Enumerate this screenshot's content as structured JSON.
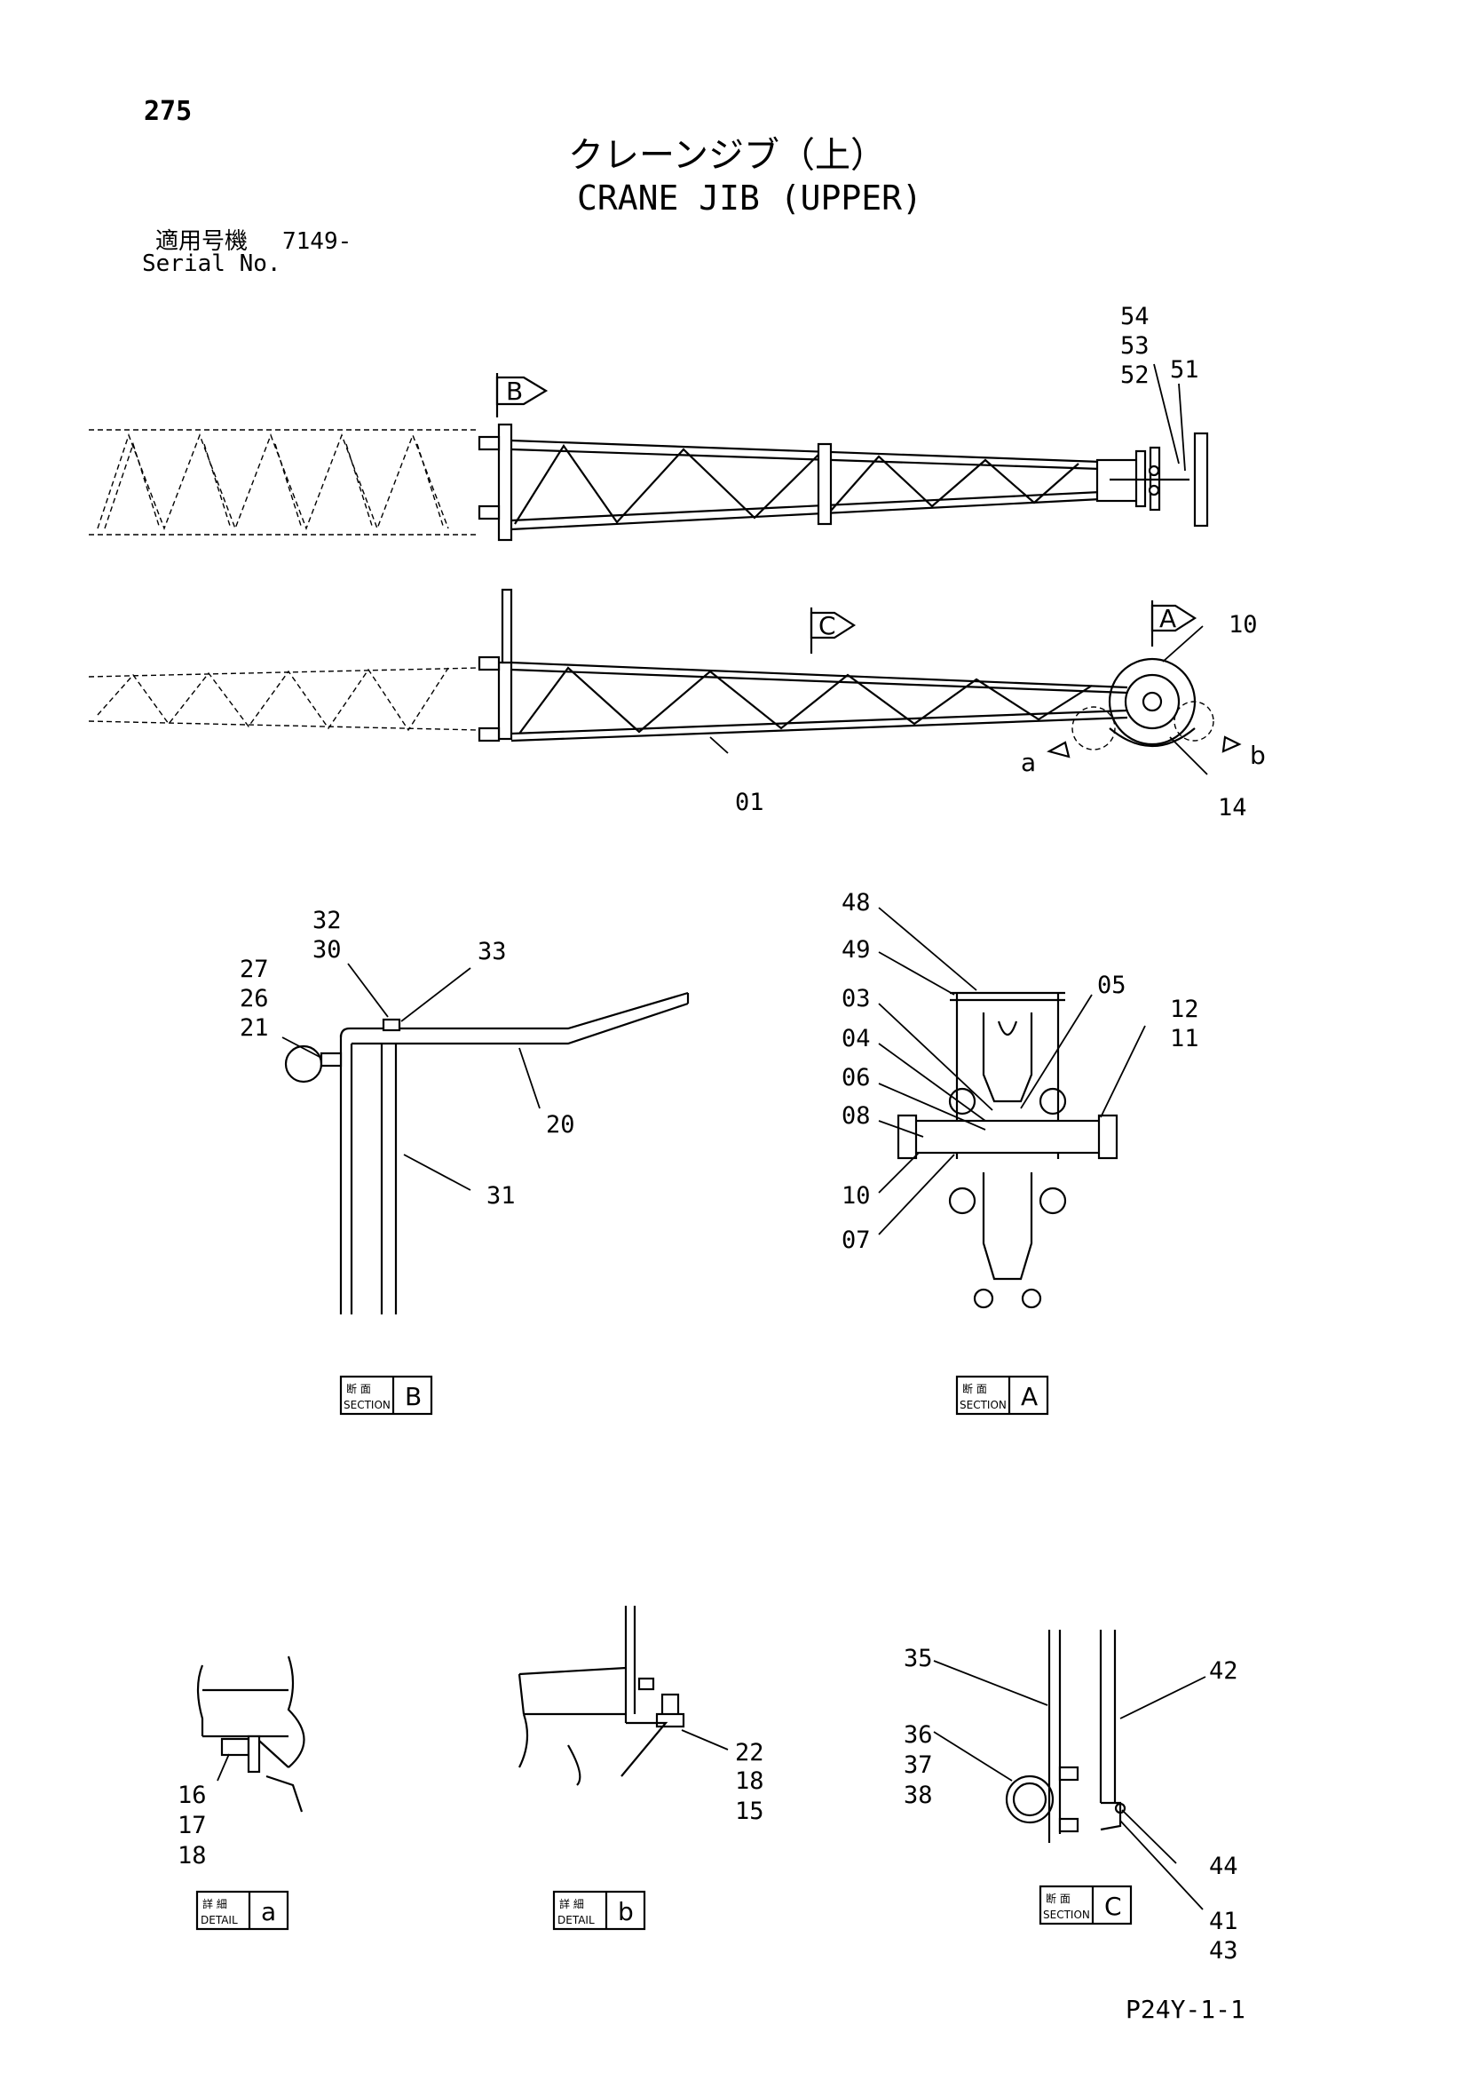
{
  "page_number": "275",
  "title_jp": "クレーンジブ（上）",
  "title_en": "CRANE JIB (UPPER)",
  "serial": {
    "label_jp": "適用号機",
    "label_en": "Serial No.",
    "value": "7149-"
  },
  "footer_code": "P24Y-1-1",
  "view_markers": {
    "b": "B",
    "c": "C",
    "a": "A",
    "detail_a": "a",
    "detail_b": "b"
  },
  "top_view_labels": {
    "p54": "54",
    "p53": "53",
    "p52": "52",
    "p51": "51"
  },
  "side_view_labels": {
    "p10": "10",
    "p01": "01",
    "p14": "14"
  },
  "section_b_labels": {
    "p32": "32",
    "p30": "30",
    "p33": "33",
    "p27": "27",
    "p26": "26",
    "p21": "21",
    "p20": "20",
    "p31": "31"
  },
  "section_a_labels": {
    "p48": "48",
    "p49": "49",
    "p03": "03",
    "p05": "05",
    "p04": "04",
    "p12": "12",
    "p11": "11",
    "p06": "06",
    "p08": "08",
    "p10": "10",
    "p07": "07"
  },
  "detail_a_labels": {
    "p16": "16",
    "p17": "17",
    "p18": "18"
  },
  "detail_b_labels": {
    "p22": "22",
    "p18": "18",
    "p15": "15"
  },
  "section_c_labels": {
    "p35": "35",
    "p42": "42",
    "p36": "36",
    "p37": "37",
    "p38": "38",
    "p44": "44",
    "p41": "41",
    "p43": "43"
  },
  "tags": [
    {
      "kind_jp": "断 面",
      "kind_en": "SECTION",
      "letter": "B"
    },
    {
      "kind_jp": "断 面",
      "kind_en": "SECTION",
      "letter": "A"
    },
    {
      "kind_jp": "詳 細",
      "kind_en": "DETAIL",
      "letter": "a"
    },
    {
      "kind_jp": "詳 細",
      "kind_en": "DETAIL",
      "letter": "b"
    },
    {
      "kind_jp": "断 面",
      "kind_en": "SECTION",
      "letter": "C"
    }
  ]
}
